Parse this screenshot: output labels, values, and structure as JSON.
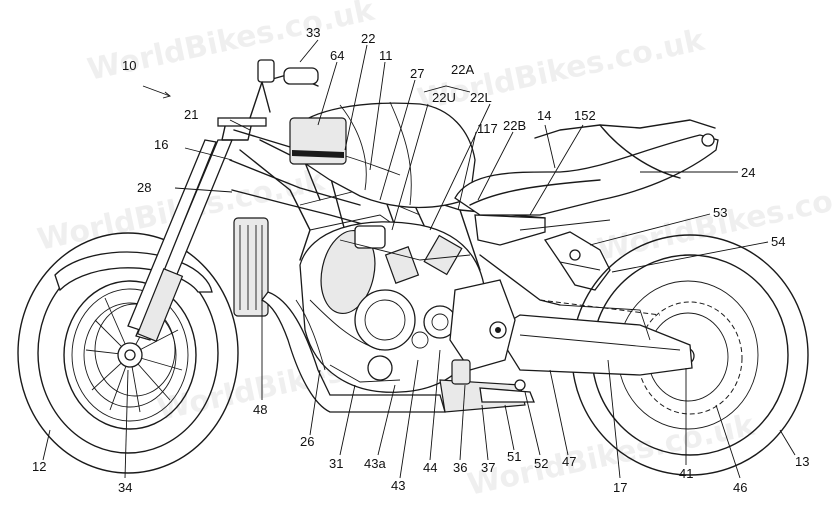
{
  "figure": {
    "reference_numerals": {
      "n10": "10",
      "n11": "11",
      "n12": "12",
      "n13": "13",
      "n14": "14",
      "n16": "16",
      "n17": "17",
      "n21": "21",
      "n22": "22",
      "n22A": "22A",
      "n22U": "22U",
      "n22L": "22L",
      "n22B": "22B",
      "n24": "24",
      "n26": "26",
      "n27": "27",
      "n28": "28",
      "n31": "31",
      "n33": "33",
      "n34": "34",
      "n36": "36",
      "n37": "37",
      "n41": "41",
      "n43": "43",
      "n43a": "43a",
      "n44": "44",
      "n46": "46",
      "n47": "47",
      "n48": "48",
      "n51": "51",
      "n52": "52",
      "n53": "53",
      "n54": "54",
      "n64": "64",
      "n117": "117",
      "n152": "152"
    },
    "watermark": "WorldBikes.co.uk"
  }
}
